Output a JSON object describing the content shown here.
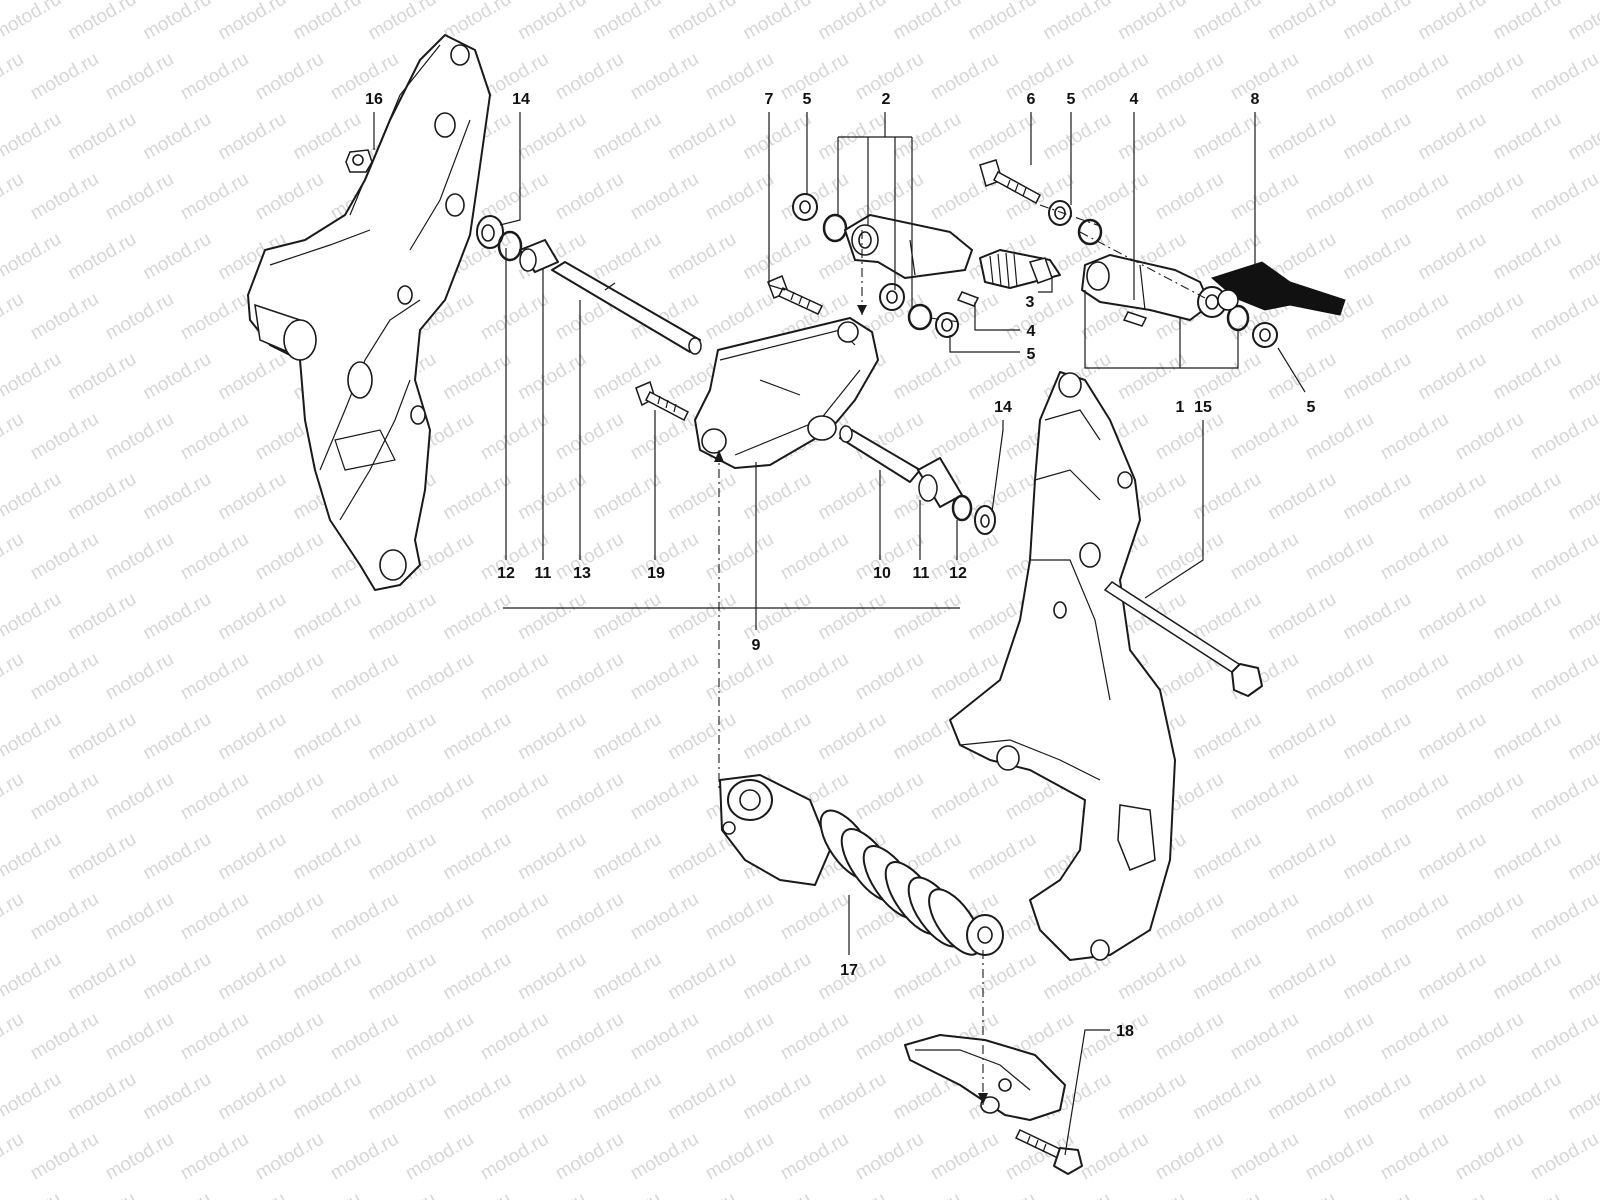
{
  "watermark": {
    "text": "motod.ru"
  },
  "callouts": {
    "c1": "1",
    "c2": "2",
    "c3": "3",
    "c4a": "4",
    "c4b": "4",
    "c5a": "5",
    "c5b": "5",
    "c5c": "5",
    "c5d": "5",
    "c6": "6",
    "c7": "7",
    "c8": "8",
    "c9": "9",
    "c10": "10",
    "c11a": "11",
    "c11b": "11",
    "c12a": "12",
    "c12b": "12",
    "c13": "13",
    "c14a": "14",
    "c14b": "14",
    "c15": "15",
    "c16": "16",
    "c17": "17",
    "c18": "18",
    "c19": "19"
  },
  "colors": {
    "ink": "#1a1a1a",
    "watermark": "#d6d6d6",
    "background": "#ffffff"
  }
}
